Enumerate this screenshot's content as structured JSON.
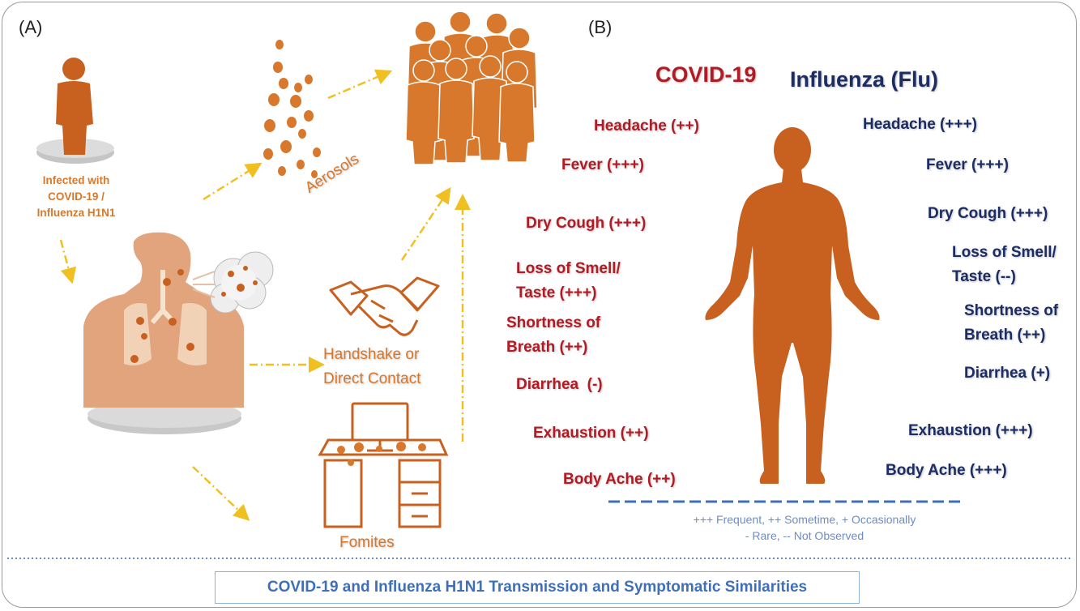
{
  "panels": {
    "a": "(A)",
    "b": "(B)"
  },
  "transmission": {
    "infected_line1": "Infected with",
    "infected_line2": "COVID-19 /",
    "infected_line3": "Influenza H1N1",
    "aerosols": "Aerosols",
    "handshake_line1": "Handshake or",
    "handshake_line2": "Direct Contact",
    "fomites": "Fomites"
  },
  "symptoms": {
    "covid_title": "COVID-19",
    "flu_title": "Influenza (Flu)",
    "covid": {
      "headache": "Headache (++)",
      "fever": "Fever (+++)",
      "dry_cough": "Dry Cough (+++)",
      "smell_line1": "Loss of Smell/",
      "smell_line2": "Taste (+++)",
      "breath_line1": "Shortness of",
      "breath_line2": "Breath (++)",
      "diarrhea": "Diarrhea  (-)",
      "exhaustion": "Exhaustion (++)",
      "body_ache": "Body Ache (++)"
    },
    "flu": {
      "headache": "Headache (+++)",
      "fever": "Fever (+++)",
      "dry_cough": "Dry Cough (+++)",
      "smell_line1": "Loss of Smell/",
      "smell_line2": "Taste (--)",
      "breath_line1": "Shortness of",
      "breath_line2": "Breath (++)",
      "diarrhea": "Diarrhea (+)",
      "exhaustion": "Exhaustion (+++)",
      "body_ache": "Body Ache (+++)"
    },
    "legend_line1": "+++ Frequent, ++ Sometime, + Occasionally",
    "legend_line2": "- Rare, -- Not Observed"
  },
  "caption": "COVID-19 and Influenza H1N1 Transmission and Symptomatic Similarities",
  "colors": {
    "orange": "#c8611f",
    "light_orange": "#e2a47c",
    "covid_red": "#b01c25",
    "flu_navy": "#1c2d63",
    "arrow_yellow": "#f0c020",
    "legend_blue": "#6d8cc4"
  }
}
